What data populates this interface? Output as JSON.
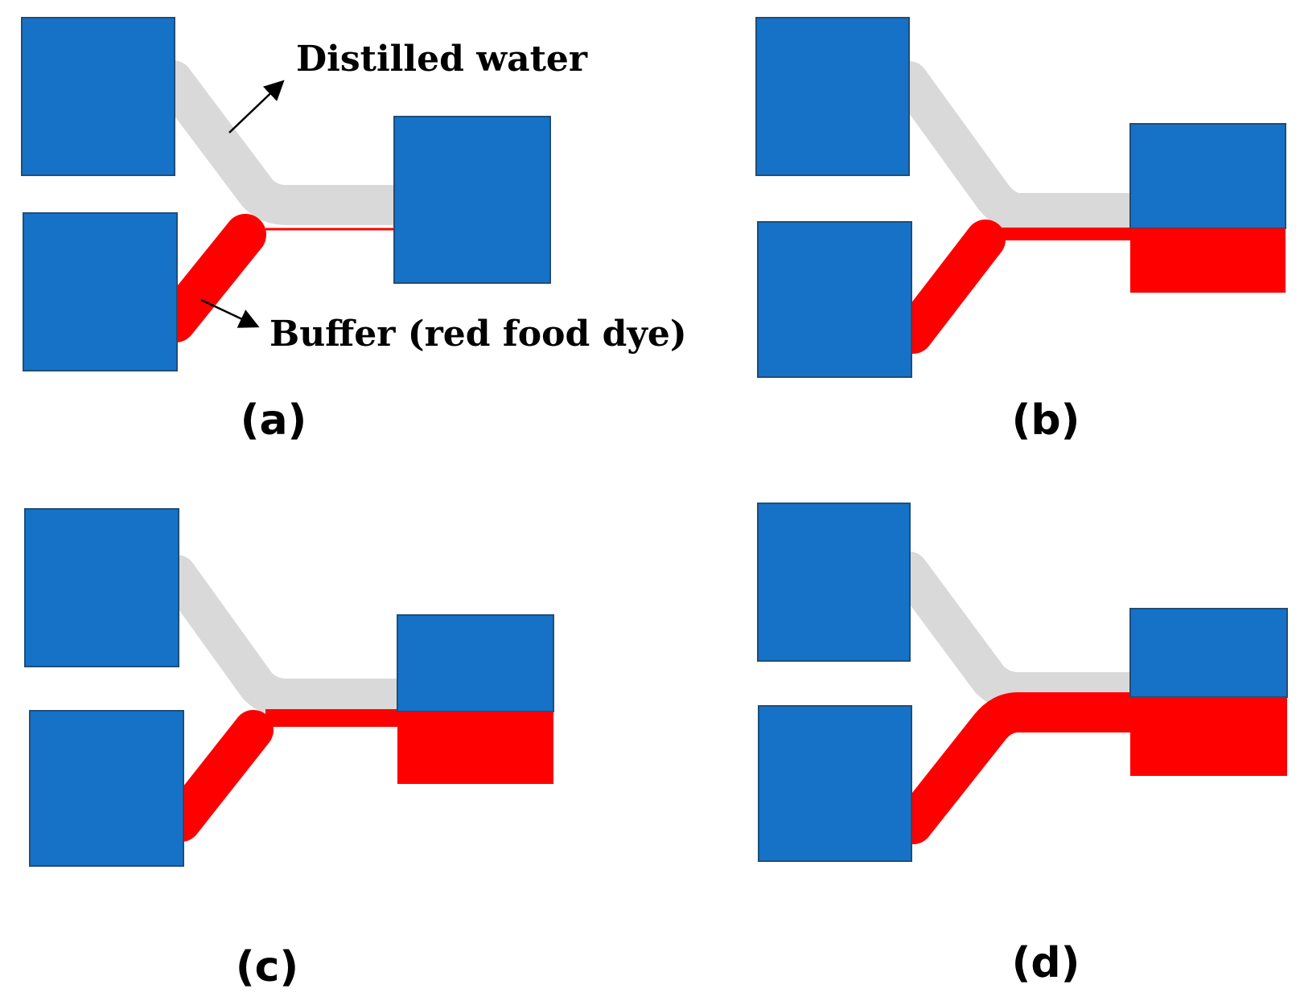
{
  "colors": {
    "reservoir": "#1572C7",
    "water": "#D9D9D9",
    "dye": "#FF0000",
    "arrow": "#000000"
  },
  "annotations": {
    "water_label": "Distilled water",
    "dye_label": "Buffer (red food dye)"
  },
  "panels": [
    {
      "label": "(a)",
      "outlet_red_fill": 0.0
    },
    {
      "label": "(b)",
      "outlet_red_fill": 0.38
    },
    {
      "label": "(c)",
      "outlet_red_fill": 0.43
    },
    {
      "label": "(d)",
      "outlet_red_fill": 0.47
    }
  ]
}
